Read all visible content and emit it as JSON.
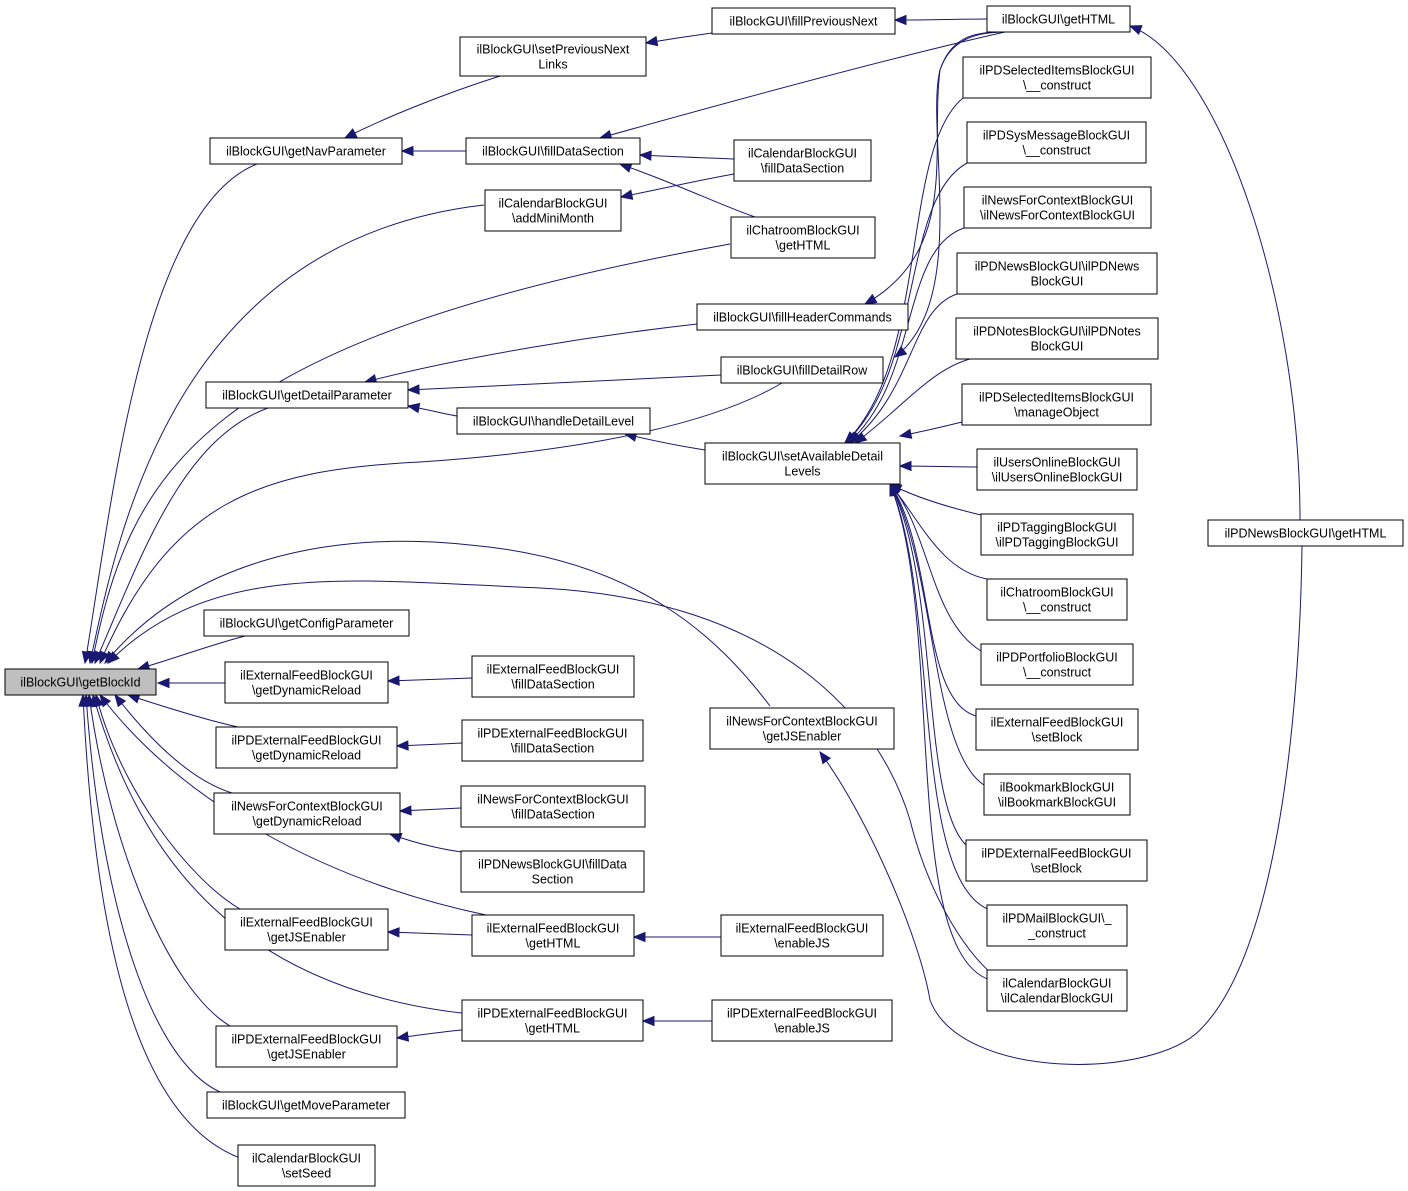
{
  "graph": {
    "nodes": [
      {
        "id": "root",
        "lines": [
          "ilBlockGUI\\getBlockId"
        ],
        "root": true
      },
      {
        "id": "n1",
        "lines": [
          "ilBlockGUI\\getNavParameter"
        ]
      },
      {
        "id": "n2",
        "lines": [
          "ilBlockGUI\\setPreviousNext",
          "Links"
        ]
      },
      {
        "id": "n3",
        "lines": [
          "ilBlockGUI\\fillPreviousNext"
        ]
      },
      {
        "id": "n4",
        "lines": [
          "ilBlockGUI\\getHTML"
        ]
      },
      {
        "id": "n5",
        "lines": [
          "ilPDNewsBlockGUI\\getHTML"
        ]
      },
      {
        "id": "n6",
        "lines": [
          "ilBlockGUI\\fillDataSection"
        ]
      },
      {
        "id": "n7",
        "lines": [
          "ilCalendarBlockGUI",
          "\\fillDataSection"
        ]
      },
      {
        "id": "n8",
        "lines": [
          "ilChatroomBlockGUI",
          "\\getHTML"
        ]
      },
      {
        "id": "n9",
        "lines": [
          "ilCalendarBlockGUI",
          "\\addMiniMonth"
        ]
      },
      {
        "id": "n10",
        "lines": [
          "ilBlockGUI\\getDetailParameter"
        ]
      },
      {
        "id": "n11",
        "lines": [
          "ilBlockGUI\\fillHeaderCommands"
        ]
      },
      {
        "id": "n12",
        "lines": [
          "ilBlockGUI\\fillDetailRow"
        ]
      },
      {
        "id": "n13",
        "lines": [
          "ilBlockGUI\\handleDetailLevel"
        ]
      },
      {
        "id": "n14",
        "lines": [
          "ilBlockGUI\\setAvailableDetail",
          "Levels"
        ]
      },
      {
        "id": "t1",
        "lines": [
          "ilPDSelectedItemsBlockGUI",
          "\\__construct"
        ]
      },
      {
        "id": "t2",
        "lines": [
          "ilPDSysMessageBlockGUI",
          "\\__construct"
        ]
      },
      {
        "id": "t3",
        "lines": [
          "ilNewsForContextBlockGUI",
          "\\ilNewsForContextBlockGUI"
        ]
      },
      {
        "id": "t4",
        "lines": [
          "ilPDNewsBlockGUI\\ilPDNews",
          "BlockGUI"
        ]
      },
      {
        "id": "t5",
        "lines": [
          "ilPDNotesBlockGUI\\ilPDNotes",
          "BlockGUI"
        ]
      },
      {
        "id": "t6",
        "lines": [
          "ilPDSelectedItemsBlockGUI",
          "\\manageObject"
        ]
      },
      {
        "id": "t7",
        "lines": [
          "ilUsersOnlineBlockGUI",
          "\\ilUsersOnlineBlockGUI"
        ]
      },
      {
        "id": "t8",
        "lines": [
          "ilPDTaggingBlockGUI",
          "\\ilPDTaggingBlockGUI"
        ]
      },
      {
        "id": "t9",
        "lines": [
          "ilChatroomBlockGUI",
          "\\__construct"
        ]
      },
      {
        "id": "t10",
        "lines": [
          "ilPDPortfolioBlockGUI",
          "\\__construct"
        ]
      },
      {
        "id": "t11",
        "lines": [
          "ilExternalFeedBlockGUI",
          "\\setBlock"
        ]
      },
      {
        "id": "t12",
        "lines": [
          "ilBookmarkBlockGUI",
          "\\ilBookmarkBlockGUI"
        ]
      },
      {
        "id": "t13",
        "lines": [
          "ilPDExternalFeedBlockGUI",
          "\\setBlock"
        ]
      },
      {
        "id": "t14",
        "lines": [
          "ilPDMailBlockGUI\\_",
          "_construct"
        ]
      },
      {
        "id": "t15",
        "lines": [
          "ilCalendarBlockGUI",
          "\\ilCalendarBlockGUI"
        ]
      },
      {
        "id": "m1",
        "lines": [
          "ilBlockGUI\\getConfigParameter"
        ]
      },
      {
        "id": "m2",
        "lines": [
          "ilExternalFeedBlockGUI",
          "\\getDynamicReload"
        ]
      },
      {
        "id": "m3",
        "lines": [
          "ilExternalFeedBlockGUI",
          "\\fillDataSection"
        ]
      },
      {
        "id": "m4",
        "lines": [
          "ilPDExternalFeedBlockGUI",
          "\\getDynamicReload"
        ]
      },
      {
        "id": "m5",
        "lines": [
          "ilPDExternalFeedBlockGUI",
          "\\fillDataSection"
        ]
      },
      {
        "id": "m6",
        "lines": [
          "ilNewsForContextBlockGUI",
          "\\getDynamicReload"
        ]
      },
      {
        "id": "m7",
        "lines": [
          "ilNewsForContextBlockGUI",
          "\\fillDataSection"
        ]
      },
      {
        "id": "m8",
        "lines": [
          "ilPDNewsBlockGUI\\fillData",
          "Section"
        ]
      },
      {
        "id": "m9",
        "lines": [
          "ilNewsForContextBlockGUI",
          "\\getJSEnabler"
        ]
      },
      {
        "id": "m10",
        "lines": [
          "ilExternalFeedBlockGUI",
          "\\getJSEnabler"
        ]
      },
      {
        "id": "m11",
        "lines": [
          "ilExternalFeedBlockGUI",
          "\\getHTML"
        ]
      },
      {
        "id": "m12",
        "lines": [
          "ilExternalFeedBlockGUI",
          "\\enableJS"
        ]
      },
      {
        "id": "m13",
        "lines": [
          "ilPDExternalFeedBlockGUI",
          "\\getJSEnabler"
        ]
      },
      {
        "id": "m14",
        "lines": [
          "ilPDExternalFeedBlockGUI",
          "\\getHTML"
        ]
      },
      {
        "id": "m15",
        "lines": [
          "ilPDExternalFeedBlockGUI",
          "\\enableJS"
        ]
      },
      {
        "id": "m16",
        "lines": [
          "ilBlockGUI\\getMoveParameter"
        ]
      },
      {
        "id": "m17",
        "lines": [
          "ilCalendarBlockGUI",
          "\\setSeed"
        ]
      }
    ],
    "edges": [
      [
        "root",
        "n1"
      ],
      [
        "root",
        "n9"
      ],
      [
        "root",
        "n8"
      ],
      [
        "root",
        "n10"
      ],
      [
        "root",
        "n12"
      ],
      [
        "root",
        "m9"
      ],
      [
        "root",
        "t15"
      ],
      [
        "root",
        "m1"
      ],
      [
        "root",
        "m2"
      ],
      [
        "root",
        "m4"
      ],
      [
        "root",
        "m6"
      ],
      [
        "root",
        "m11"
      ],
      [
        "root",
        "m10"
      ],
      [
        "root",
        "m14"
      ],
      [
        "root",
        "m13"
      ],
      [
        "root",
        "m16"
      ],
      [
        "root",
        "m17"
      ],
      [
        "n1",
        "n2"
      ],
      [
        "n1",
        "n6"
      ],
      [
        "n2",
        "n3"
      ],
      [
        "n3",
        "n4"
      ],
      [
        "n6",
        "n4"
      ],
      [
        "n6",
        "n7"
      ],
      [
        "n6",
        "n8"
      ],
      [
        "n9",
        "n7"
      ],
      [
        "n10",
        "n11"
      ],
      [
        "n10",
        "n12"
      ],
      [
        "n10",
        "n13"
      ],
      [
        "n13",
        "n14"
      ],
      [
        "n11",
        "n4"
      ],
      [
        "n12",
        "n4"
      ],
      [
        "n14",
        "t1"
      ],
      [
        "n14",
        "t2"
      ],
      [
        "n14",
        "t3"
      ],
      [
        "n14",
        "t4"
      ],
      [
        "n14",
        "t5"
      ],
      [
        "n14",
        "t6"
      ],
      [
        "n14",
        "t7"
      ],
      [
        "n14",
        "t8"
      ],
      [
        "n14",
        "t9"
      ],
      [
        "n14",
        "t10"
      ],
      [
        "n14",
        "t11"
      ],
      [
        "n14",
        "t12"
      ],
      [
        "n14",
        "t13"
      ],
      [
        "n14",
        "t14"
      ],
      [
        "n14",
        "t15"
      ],
      [
        "n4",
        "n5"
      ],
      [
        "m9",
        "n5"
      ],
      [
        "m2",
        "m3"
      ],
      [
        "m4",
        "m5"
      ],
      [
        "m6",
        "m7"
      ],
      [
        "m6",
        "m8"
      ],
      [
        "m10",
        "m11"
      ],
      [
        "m11",
        "m12"
      ],
      [
        "m13",
        "m14"
      ],
      [
        "m14",
        "m15"
      ]
    ]
  }
}
